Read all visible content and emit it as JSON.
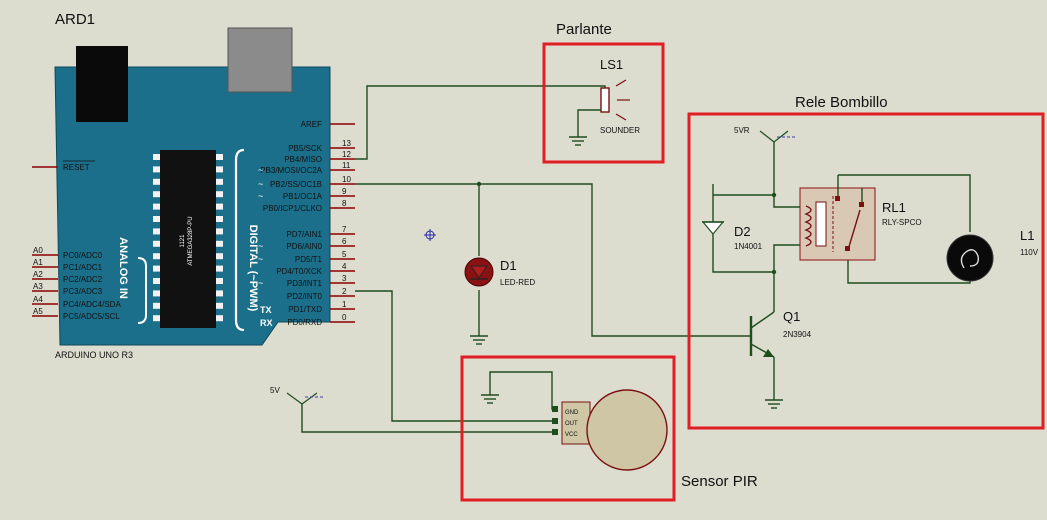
{
  "arduino": {
    "ref": "ARD1",
    "model": "ARDUINO UNO R3",
    "chip": "ATMEGA328P-PU",
    "chip_code": "1121",
    "analog_title": "ANALOG IN",
    "digital_title": "DIGITAL (~PWM)",
    "reset": "RESET",
    "aref": "AREF",
    "tx": "TX",
    "rx": "RX",
    "tilde": "~",
    "digital_pins": [
      {
        "name": "PB5/SCK",
        "num": "13"
      },
      {
        "name": "PB4/MISO",
        "num": "12"
      },
      {
        "name": "PB3/MOSI/OC2A",
        "num": "11"
      },
      {
        "name": "PB2/SS/OC1B",
        "num": "10"
      },
      {
        "name": "PB1/OC1A",
        "num": "9"
      },
      {
        "name": "PB0/ICP1/CLKO",
        "num": "8"
      },
      {
        "name": "PD7/AIN1",
        "num": "7"
      },
      {
        "name": "PD6/AIN0",
        "num": "6"
      },
      {
        "name": "PD5/T1",
        "num": "5"
      },
      {
        "name": "PD4/T0/XCK",
        "num": "4"
      },
      {
        "name": "PD3/INT1",
        "num": "3"
      },
      {
        "name": "PD2/INT0",
        "num": "2"
      },
      {
        "name": "PD1/TXD",
        "num": "1"
      },
      {
        "name": "PD0/RXD",
        "num": "0"
      }
    ],
    "analog_pins": [
      {
        "name": "PC0/ADC0",
        "num": "A0"
      },
      {
        "name": "PC1/ADC1",
        "num": "A1"
      },
      {
        "name": "PC2/ADC2",
        "num": "A2"
      },
      {
        "name": "PC3/ADC3",
        "num": "A3"
      },
      {
        "name": "PC4/ADC4/SDA",
        "num": "A4"
      },
      {
        "name": "PC5/ADC5/SCL",
        "num": "A5"
      }
    ]
  },
  "speaker": {
    "box_title": "Parlante",
    "ref": "LS1",
    "type": "SOUNDER"
  },
  "relay_block": {
    "box_title": "Rele Bombillo",
    "supply": "5VR"
  },
  "relay": {
    "ref": "RL1",
    "type": "RLY-SPCO"
  },
  "diode": {
    "ref": "D2",
    "type": "1N4001"
  },
  "transistor": {
    "ref": "Q1",
    "type": "2N3904"
  },
  "lamp": {
    "ref": "L1",
    "type": "110V"
  },
  "led": {
    "ref": "D1",
    "type": "LED-RED"
  },
  "supply_5v": {
    "label": "5V"
  },
  "pir": {
    "box_title": "Sensor PIR",
    "gnd": "GND",
    "out": "OUT",
    "vcc": "VCC"
  },
  "colors": {
    "highlight_box": "#e01e24",
    "board": "#1b6f8a",
    "wire": "#1e4d1e",
    "pin": "#8b0000",
    "background": "#dcdccf"
  }
}
